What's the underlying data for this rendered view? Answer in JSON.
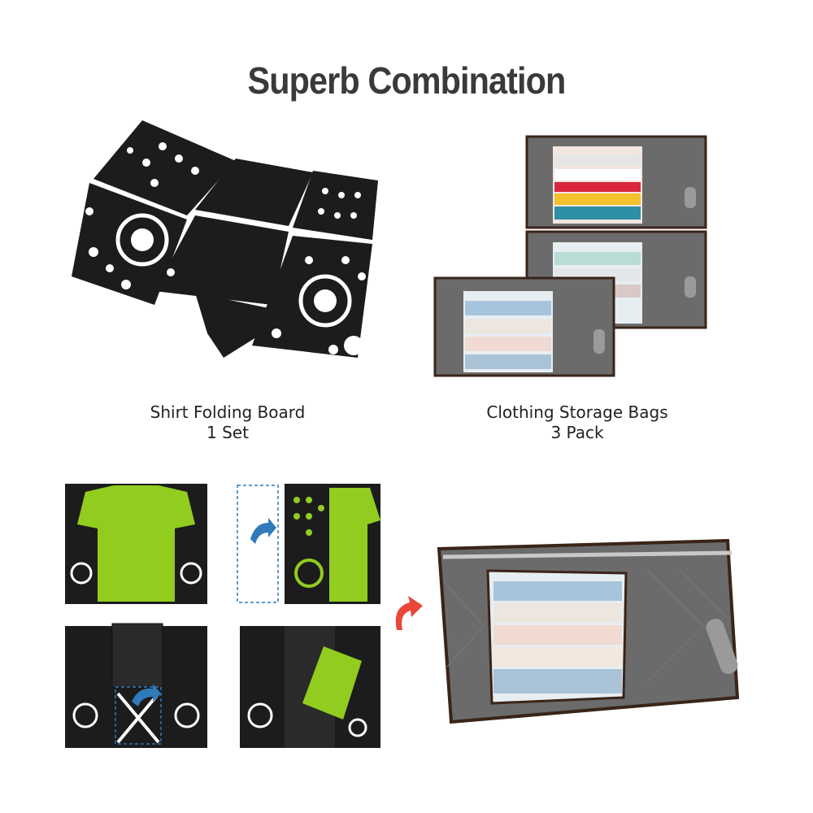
{
  "title": "Superb Combination",
  "products": [
    {
      "name": "Shirt Folding Board",
      "quantity": "1 Set"
    },
    {
      "name": "Clothing Storage Bags",
      "quantity": "3 Pack"
    }
  ],
  "colors": {
    "board": "#1c1c1c",
    "shirt": "#92cc1e",
    "bag": "#6b6b6b",
    "bag_trim": "#3a2418",
    "arrow_blue": "#2f7ab8",
    "arrow_red": "#e8473a",
    "title": "#3a3a3a"
  }
}
